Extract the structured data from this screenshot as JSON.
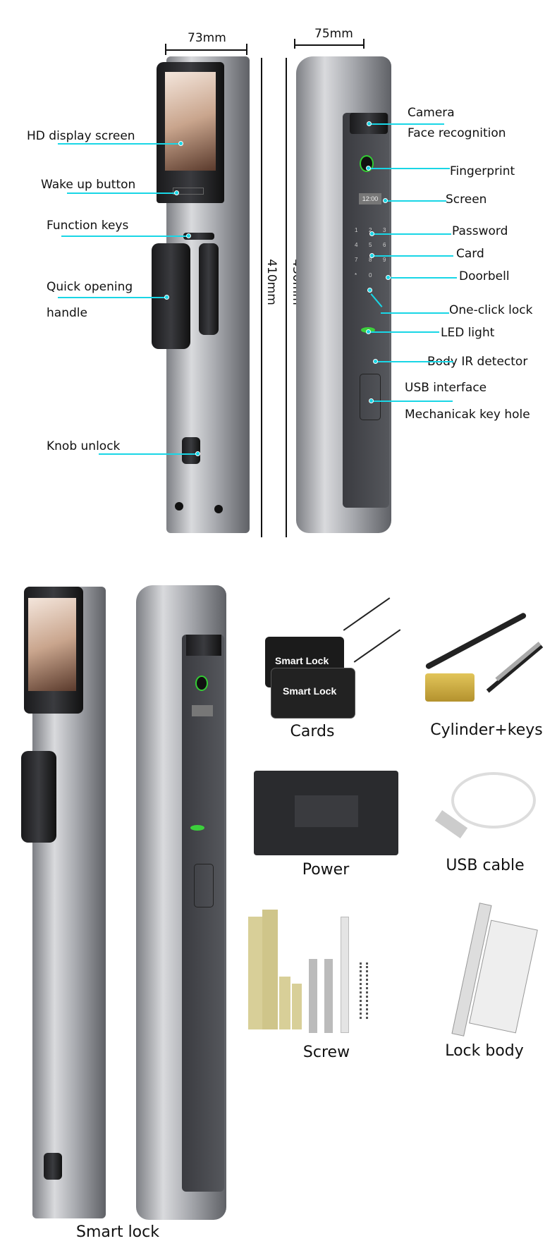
{
  "dimensions": {
    "front_width": "73mm",
    "side_width": "75mm",
    "front_height": "410mm",
    "side_height": "430mm"
  },
  "front_labels": [
    "HD display screen",
    "Wake up button",
    "Function keys",
    "Quick opening",
    "handle",
    "Knob unlock"
  ],
  "side_labels": [
    "Camera",
    "Face recognition",
    "Fingerprint",
    "Screen",
    "Password",
    "Card",
    "Doorbell",
    "One-click lock",
    "LED light",
    "Body IR detector",
    "USB interface",
    "Mechanicak key hole"
  ],
  "lock_screen_time": "12:00",
  "keypad": [
    "1",
    "2",
    "3",
    "4",
    "5",
    "6",
    "7",
    "8",
    "9",
    "*",
    "0"
  ],
  "card_text": "Smart Lock",
  "accessories": {
    "cards": "Cards",
    "cylinder": "Cylinder+keys",
    "power": "Power",
    "usb": "USB cable",
    "screw": "Screw",
    "lock_body": "Lock body",
    "smart_lock": "Smart lock"
  },
  "colors": {
    "leader": "#19d6e6",
    "led": "#3ccf3c"
  }
}
